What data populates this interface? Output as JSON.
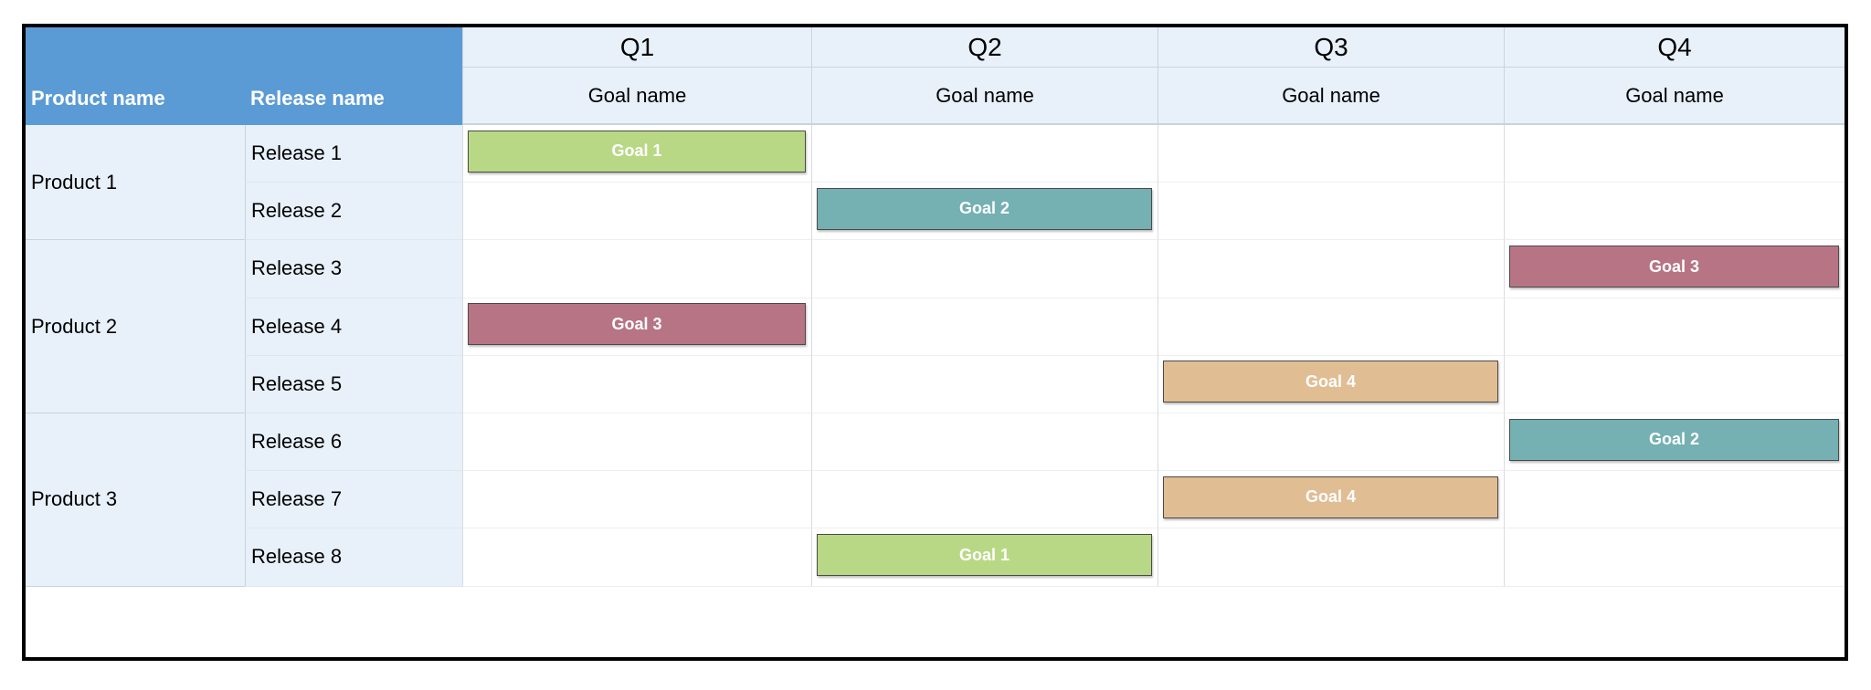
{
  "header": {
    "product_col": "Product name",
    "release_col": "Release name",
    "quarters": [
      {
        "label": "Q1",
        "goal_label": "Goal name"
      },
      {
        "label": "Q2",
        "goal_label": "Goal name"
      },
      {
        "label": "Q3",
        "goal_label": "Goal name"
      },
      {
        "label": "Q4",
        "goal_label": "Goal name"
      }
    ]
  },
  "products": [
    {
      "name": "Product 1",
      "releases": [
        "Release 1",
        "Release 2"
      ]
    },
    {
      "name": "Product 2",
      "releases": [
        "Release 3",
        "Release 4",
        "Release 5"
      ]
    },
    {
      "name": "Product 3",
      "releases": [
        "Release 6",
        "Release 7",
        "Release 8"
      ]
    }
  ],
  "goals": [
    {
      "release": "Release 1",
      "quarter": "Q1",
      "label": "Goal 1",
      "color": "#b9d885"
    },
    {
      "release": "Release 2",
      "quarter": "Q2",
      "label": "Goal 2",
      "color": "#75b0b2"
    },
    {
      "release": "Release 3",
      "quarter": "Q4",
      "label": "Goal 3",
      "color": "#b77485"
    },
    {
      "release": "Release 4",
      "quarter": "Q1",
      "label": "Goal 3",
      "color": "#b77485"
    },
    {
      "release": "Release 5",
      "quarter": "Q3",
      "label": "Goal 4",
      "color": "#e1bd93"
    },
    {
      "release": "Release 6",
      "quarter": "Q4",
      "label": "Goal 2",
      "color": "#75b0b2"
    },
    {
      "release": "Release 7",
      "quarter": "Q3",
      "label": "Goal 4",
      "color": "#e1bd93"
    },
    {
      "release": "Release 8",
      "quarter": "Q2",
      "label": "Goal 1",
      "color": "#b9d885"
    }
  ]
}
